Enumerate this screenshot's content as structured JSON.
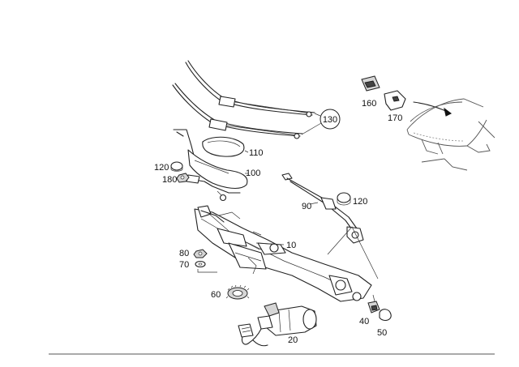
{
  "diagram": {
    "callouts": {
      "p10": "10",
      "p20": "20",
      "p40": "40",
      "p50": "50",
      "p60": "60",
      "p70": "70",
      "p80": "80",
      "p90": "90",
      "p100": "100",
      "p110": "110",
      "p120a": "120",
      "p120b": "120",
      "p130": "130",
      "p160": "160",
      "p170": "170",
      "p180": "180"
    }
  }
}
